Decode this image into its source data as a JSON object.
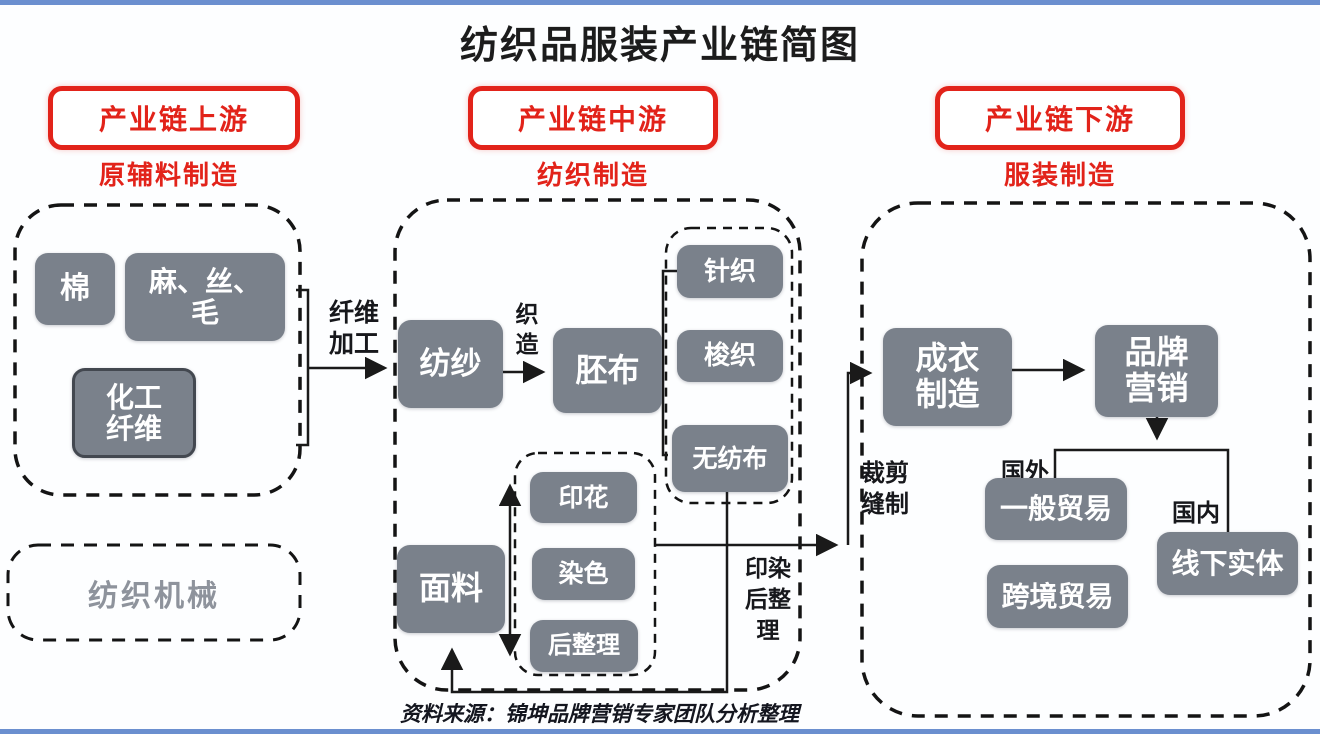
{
  "title": "纺织品服装产业链简图",
  "source_note": "资料来源：锦坤品牌营销专家团队分析整理",
  "colors": {
    "accent_red": "#e2231a",
    "box_gray": "#7a818b",
    "line_black": "#1a1a1a",
    "edge_blue": "#6b8fcf",
    "machinery_text_gray": "#8e939c"
  },
  "upstream": {
    "header": "产业链上游",
    "subheader": "原辅料制造",
    "nodes": {
      "cotton": "棉",
      "hemp_silk_wool": "麻、丝、\n毛",
      "chemical_fiber": "化工\n纤维"
    },
    "machinery": "纺织机械",
    "edge_label_fiber_processing": "纤维\n加工"
  },
  "midstream": {
    "header": "产业链中游",
    "subheader": "纺织制造",
    "nodes": {
      "spinning": "纺纱",
      "grey_fabric": "胚布",
      "knitting": "针织",
      "shuttle_weaving": "梭织",
      "nonwoven": "无纺布",
      "fabric": "面料",
      "printing": "印花",
      "dyeing": "染色",
      "finishing": "后整理"
    },
    "edge_labels": {
      "weaving": "织\n造",
      "print_dye_finish": "印染\n后整\n理",
      "cut_sew": "裁剪\n缝制"
    }
  },
  "downstream": {
    "header": "产业链下游",
    "subheader": "服装制造",
    "nodes": {
      "garment_making": "成衣\n制造",
      "brand_marketing": "品牌\n营销",
      "general_trade": "一般贸易",
      "cross_border_trade": "跨境贸易",
      "offline_retail": "线下实体"
    },
    "labels": {
      "overseas": "国外",
      "domestic": "国内"
    }
  }
}
